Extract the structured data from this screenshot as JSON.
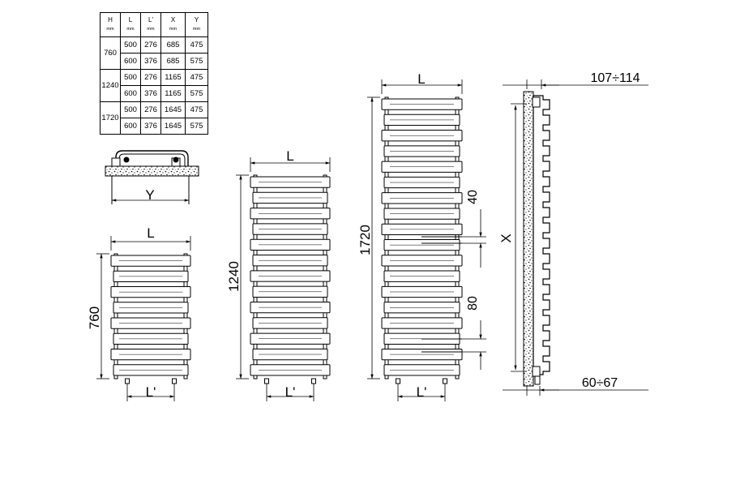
{
  "table": {
    "headers": [
      {
        "label": "H",
        "unit": "mm"
      },
      {
        "label": "L",
        "unit": "mm"
      },
      {
        "label": "L'",
        "unit": "mm"
      },
      {
        "label": "X",
        "unit": "mm"
      },
      {
        "label": "Y",
        "unit": "mm"
      }
    ],
    "groups": [
      {
        "h": "760",
        "rows": [
          [
            "500",
            "276",
            "685",
            "475"
          ],
          [
            "600",
            "376",
            "685",
            "575"
          ]
        ]
      },
      {
        "h": "1240",
        "rows": [
          [
            "500",
            "276",
            "1165",
            "475"
          ],
          [
            "600",
            "376",
            "1165",
            "575"
          ]
        ]
      },
      {
        "h": "1720",
        "rows": [
          [
            "500",
            "276",
            "1645",
            "475"
          ],
          [
            "600",
            "376",
            "1645",
            "575"
          ]
        ]
      }
    ]
  },
  "labels": {
    "width": "L",
    "pipe_spacing": "L'",
    "wall_distance": "Y",
    "height_760": "760",
    "height_1240": "1240",
    "height_1720": "1720",
    "bar_gap_small": "40",
    "bar_gap_large": "80",
    "bracket_height": "X",
    "depth_top": "107÷114",
    "depth_bottom": "60÷67"
  },
  "colors": {
    "line": "#000000",
    "fill": "#ffffff"
  }
}
